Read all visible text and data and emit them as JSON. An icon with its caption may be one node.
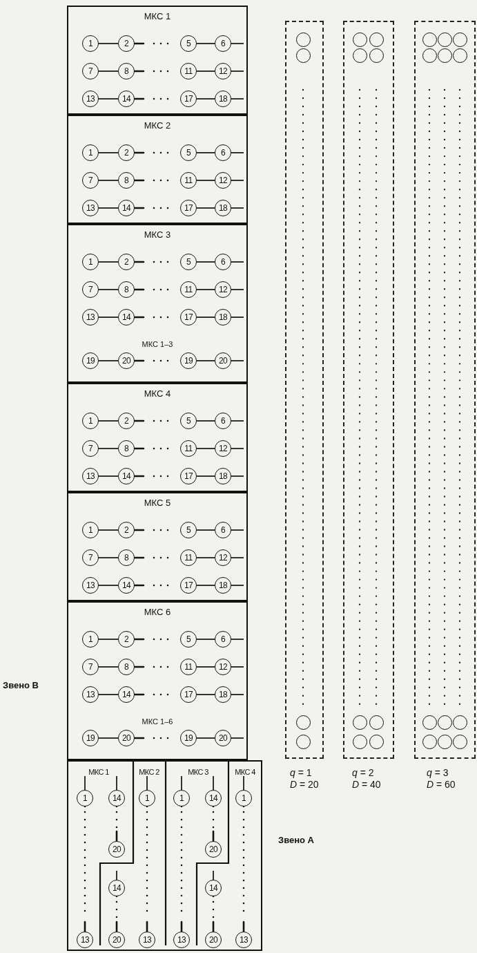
{
  "diagram": {
    "nodes": [
      {
        "text": [
          "МКС 1"
        ]
      },
      {
        "text": [
          "1"
        ],
        "in": 0
      },
      {
        "text": [
          "2"
        ],
        "in": 0
      },
      {
        "text": [
          "5"
        ],
        "in": 0
      },
      {
        "text": [
          "6"
        ],
        "in": 0
      },
      {
        "text": [
          "7"
        ],
        "in": 0
      },
      {
        "text": [
          "8"
        ],
        "in": 0
      },
      {
        "text": [
          "11"
        ],
        "in": 0
      },
      {
        "text": [
          "12"
        ],
        "in": 0
      },
      {
        "text": [
          "13"
        ],
        "in": 0
      },
      {
        "text": [
          "14"
        ],
        "in": 0
      },
      {
        "text": [
          "17"
        ],
        "in": 0
      },
      {
        "text": [
          "18"
        ],
        "in": 0
      },
      {
        "text": [
          "МКС 2"
        ]
      },
      {
        "text": [
          "1"
        ],
        "in": 13
      },
      {
        "text": [
          "2"
        ],
        "in": 13
      },
      {
        "text": [
          "5"
        ],
        "in": 13
      },
      {
        "text": [
          "6"
        ],
        "in": 13
      },
      {
        "text": [
          "7"
        ],
        "in": 13
      },
      {
        "text": [
          "8"
        ],
        "in": 13
      },
      {
        "text": [
          "11"
        ],
        "in": 13
      },
      {
        "text": [
          "12"
        ],
        "in": 13
      },
      {
        "text": [
          "13"
        ],
        "in": 13
      },
      {
        "text": [
          "14"
        ],
        "in": 13
      },
      {
        "text": [
          "17"
        ],
        "in": 13
      },
      {
        "text": [
          "18"
        ],
        "in": 13
      },
      {
        "text": [
          "МКС 3",
          "МКС 1–3"
        ]
      },
      {
        "text": [
          "1"
        ],
        "in": 26
      },
      {
        "text": [
          "2"
        ],
        "in": 26
      },
      {
        "text": [
          "5"
        ],
        "in": 26
      },
      {
        "text": [
          "6"
        ],
        "in": 26
      },
      {
        "text": [
          "7"
        ],
        "in": 26
      },
      {
        "text": [
          "8"
        ],
        "in": 26
      },
      {
        "text": [
          "11"
        ],
        "in": 26
      },
      {
        "text": [
          "12"
        ],
        "in": 26
      },
      {
        "text": [
          "13"
        ],
        "in": 26
      },
      {
        "text": [
          "14"
        ],
        "in": 26
      },
      {
        "text": [
          "17"
        ],
        "in": 26
      },
      {
        "text": [
          "18"
        ],
        "in": 26
      },
      {
        "text": [
          "19"
        ],
        "in": 26
      },
      {
        "text": [
          "20"
        ],
        "in": 26
      },
      {
        "text": [
          "19"
        ],
        "in": 26
      },
      {
        "text": [
          "20"
        ],
        "in": 26
      },
      {
        "text": [
          "МКС 4"
        ]
      },
      {
        "text": [
          "1"
        ],
        "in": 43
      },
      {
        "text": [
          "2"
        ],
        "in": 43
      },
      {
        "text": [
          "5"
        ],
        "in": 43
      },
      {
        "text": [
          "6"
        ],
        "in": 43
      },
      {
        "text": [
          "7"
        ],
        "in": 43
      },
      {
        "text": [
          "8"
        ],
        "in": 43
      },
      {
        "text": [
          "11"
        ],
        "in": 43
      },
      {
        "text": [
          "12"
        ],
        "in": 43
      },
      {
        "text": [
          "13"
        ],
        "in": 43
      },
      {
        "text": [
          "14"
        ],
        "in": 43
      },
      {
        "text": [
          "17"
        ],
        "in": 43
      },
      {
        "text": [
          "18"
        ],
        "in": 43
      },
      {
        "text": [
          "МКС 5"
        ]
      },
      {
        "text": [
          "1"
        ],
        "in": 56
      },
      {
        "text": [
          "2"
        ],
        "in": 56
      },
      {
        "text": [
          "5"
        ],
        "in": 56
      },
      {
        "text": [
          "6"
        ],
        "in": 56
      },
      {
        "text": [
          "7"
        ],
        "in": 56
      },
      {
        "text": [
          "8"
        ],
        "in": 56
      },
      {
        "text": [
          "11"
        ],
        "in": 56
      },
      {
        "text": [
          "12"
        ],
        "in": 56
      },
      {
        "text": [
          "13"
        ],
        "in": 56
      },
      {
        "text": [
          "14"
        ],
        "in": 56
      },
      {
        "text": [
          "17"
        ],
        "in": 56
      },
      {
        "text": [
          "18"
        ],
        "in": 56
      },
      {
        "text": [
          "МКС 6",
          "МКС 1–6"
        ]
      },
      {
        "text": [
          "1"
        ],
        "in": 69
      },
      {
        "text": [
          "2"
        ],
        "in": 69
      },
      {
        "text": [
          "5"
        ],
        "in": 69
      },
      {
        "text": [
          "6"
        ],
        "in": 69
      },
      {
        "text": [
          "7"
        ],
        "in": 69
      },
      {
        "text": [
          "8"
        ],
        "in": 69
      },
      {
        "text": [
          "11"
        ],
        "in": 69
      },
      {
        "text": [
          "12"
        ],
        "in": 69
      },
      {
        "text": [
          "13"
        ],
        "in": 69
      },
      {
        "text": [
          "14"
        ],
        "in": 69
      },
      {
        "text": [
          "17"
        ],
        "in": 69
      },
      {
        "text": [
          "18"
        ],
        "in": 69
      },
      {
        "text": [
          "19"
        ],
        "in": 69
      },
      {
        "text": [
          "20"
        ],
        "in": 69
      },
      {
        "text": [
          "19"
        ],
        "in": 69
      },
      {
        "text": [
          "20"
        ],
        "in": 69
      },
      {
        "text": [
          "МКС 1",
          "МКС 2",
          "МКС 3",
          "МКС 4"
        ]
      },
      {
        "text": [
          "1"
        ],
        "in": 86
      },
      {
        "text": [
          "14"
        ],
        "in": 86
      },
      {
        "text": [
          "1"
        ],
        "in": 86
      },
      {
        "text": [
          "1"
        ],
        "in": 86
      },
      {
        "text": [
          "14"
        ],
        "in": 86
      },
      {
        "text": [
          "1"
        ],
        "in": 86
      },
      {
        "text": [
          "20"
        ],
        "in": 86
      },
      {
        "text": [
          "20"
        ],
        "in": 86
      },
      {
        "text": [
          "14"
        ],
        "in": 86
      },
      {
        "text": [
          "14"
        ],
        "in": 86
      },
      {
        "text": [
          "13"
        ],
        "in": 86
      },
      {
        "text": [
          "20"
        ],
        "in": 86
      },
      {
        "text": [
          "13"
        ],
        "in": 86
      },
      {
        "text": [
          "13"
        ],
        "in": 86
      },
      {
        "text": [
          "20"
        ],
        "in": 86
      },
      {
        "text": [
          "13"
        ],
        "in": 86
      },
      {
        "text": [],
        "shape": "box",
        "beside": [
          "*q* = 1",
          "*D* = 20"
        ]
      },
      {
        "text": [],
        "shape": "circle",
        "in": 103
      },
      {
        "text": [],
        "shape": "circle",
        "in": 103
      },
      {
        "text": [],
        "shape": "circle",
        "in": 103
      },
      {
        "text": [],
        "shape": "circle",
        "in": 103
      },
      {
        "text": [],
        "shape": "box",
        "beside": [
          "*q* = 2",
          "*D* = 40"
        ]
      },
      {
        "text": [],
        "shape": "circle",
        "in": 108
      },
      {
        "text": [],
        "shape": "circle",
        "in": 108
      },
      {
        "text": [],
        "shape": "circle",
        "in": 108
      },
      {
        "text": [],
        "shape": "circle",
        "in": 108
      },
      {
        "text": [],
        "shape": "circle",
        "in": 108
      },
      {
        "text": [],
        "shape": "circle",
        "in": 108
      },
      {
        "text": [],
        "shape": "circle",
        "in": 108
      },
      {
        "text": [],
        "shape": "circle",
        "in": 108
      },
      {
        "text": [],
        "shape": "box",
        "beside": [
          "*q* = 3",
          "*D* = 60"
        ]
      },
      {
        "text": [],
        "shape": "circle",
        "in": 117
      },
      {
        "text": [],
        "shape": "circle",
        "in": 117
      },
      {
        "text": [],
        "shape": "circle",
        "in": 117
      },
      {
        "text": [],
        "shape": "circle",
        "in": 117
      },
      {
        "text": [],
        "shape": "circle",
        "in": 117
      },
      {
        "text": [],
        "shape": "circle",
        "in": 117
      },
      {
        "text": [],
        "shape": "circle",
        "in": 117
      },
      {
        "text": [],
        "shape": "circle",
        "in": 117
      },
      {
        "text": [],
        "shape": "circle",
        "in": 117
      },
      {
        "text": [],
        "shape": "circle",
        "in": 117
      },
      {
        "text": [],
        "shape": "circle",
        "in": 117
      },
      {
        "text": [],
        "shape": "circle",
        "in": 117
      }
    ],
    "edges": [
      {
        "from": 1,
        "to": 2,
        "arrow": "none"
      },
      {
        "from": 2,
        "to": 3,
        "arrow": "none",
        "style": "dashed"
      },
      {
        "from": 3,
        "to": 4,
        "arrow": "none"
      },
      {
        "from": 4,
        "to": null,
        "arrow": "none"
      },
      {
        "from": 5,
        "to": 6,
        "arrow": "none"
      },
      {
        "from": 6,
        "to": 7,
        "arrow": "none",
        "style": "dashed"
      },
      {
        "from": 7,
        "to": 8,
        "arrow": "none"
      },
      {
        "from": 8,
        "to": null,
        "arrow": "none"
      },
      {
        "from": 9,
        "to": 10,
        "arrow": "none"
      },
      {
        "from": 10,
        "to": 11,
        "arrow": "none",
        "style": "dashed"
      },
      {
        "from": 11,
        "to": 12,
        "arrow": "none"
      },
      {
        "from": 12,
        "to": null,
        "arrow": "none"
      },
      {
        "from": 14,
        "to": 15,
        "arrow": "none"
      },
      {
        "from": 15,
        "to": 16,
        "arrow": "none",
        "style": "dashed"
      },
      {
        "from": 16,
        "to": 17,
        "arrow": "none"
      },
      {
        "from": 17,
        "to": null,
        "arrow": "none"
      },
      {
        "from": 18,
        "to": 19,
        "arrow": "none"
      },
      {
        "from": 19,
        "to": 20,
        "arrow": "none",
        "style": "dashed"
      },
      {
        "from": 20,
        "to": 21,
        "arrow": "none"
      },
      {
        "from": 21,
        "to": null,
        "arrow": "none"
      },
      {
        "from": 22,
        "to": 23,
        "arrow": "none"
      },
      {
        "from": 23,
        "to": 24,
        "arrow": "none",
        "style": "dashed"
      },
      {
        "from": 24,
        "to": 25,
        "arrow": "none"
      },
      {
        "from": 25,
        "to": null,
        "arrow": "none"
      },
      {
        "from": 27,
        "to": 28,
        "arrow": "none"
      },
      {
        "from": 28,
        "to": 29,
        "arrow": "none",
        "style": "dashed"
      },
      {
        "from": 29,
        "to": 30,
        "arrow": "none"
      },
      {
        "from": 30,
        "to": null,
        "arrow": "none"
      },
      {
        "from": 31,
        "to": 32,
        "arrow": "none"
      },
      {
        "from": 32,
        "to": 33,
        "arrow": "none",
        "style": "dashed"
      },
      {
        "from": 33,
        "to": 34,
        "arrow": "none"
      },
      {
        "from": 34,
        "to": null,
        "arrow": "none"
      },
      {
        "from": 35,
        "to": 36,
        "arrow": "none"
      },
      {
        "from": 36,
        "to": 37,
        "arrow": "none",
        "style": "dashed"
      },
      {
        "from": 37,
        "to": 38,
        "arrow": "none"
      },
      {
        "from": 38,
        "to": null,
        "arrow": "none"
      },
      {
        "from": 39,
        "to": 40,
        "arrow": "none"
      },
      {
        "from": 40,
        "to": 41,
        "arrow": "none",
        "style": "dashed"
      },
      {
        "from": 41,
        "to": 42,
        "arrow": "none"
      },
      {
        "from": 42,
        "to": null,
        "arrow": "none"
      },
      {
        "from": 44,
        "to": 45,
        "arrow": "none"
      },
      {
        "from": 45,
        "to": 46,
        "arrow": "none",
        "style": "dashed"
      },
      {
        "from": 46,
        "to": 47,
        "arrow": "none"
      },
      {
        "from": 47,
        "to": null,
        "arrow": "none"
      },
      {
        "from": 48,
        "to": 49,
        "arrow": "none"
      },
      {
        "from": 49,
        "to": 50,
        "arrow": "none",
        "style": "dashed"
      },
      {
        "from": 50,
        "to": 51,
        "arrow": "none"
      },
      {
        "from": 51,
        "to": null,
        "arrow": "none"
      },
      {
        "from": 52,
        "to": 53,
        "arrow": "none"
      },
      {
        "from": 53,
        "to": 54,
        "arrow": "none",
        "style": "dashed"
      },
      {
        "from": 54,
        "to": 55,
        "arrow": "none"
      },
      {
        "from": 55,
        "to": null,
        "arrow": "none"
      },
      {
        "from": 57,
        "to": 58,
        "arrow": "none"
      },
      {
        "from": 58,
        "to": 59,
        "arrow": "none",
        "style": "dashed"
      },
      {
        "from": 59,
        "to": 60,
        "arrow": "none"
      },
      {
        "from": 60,
        "to": null,
        "arrow": "none"
      },
      {
        "from": 61,
        "to": 62,
        "arrow": "none"
      },
      {
        "from": 62,
        "to": 63,
        "arrow": "none",
        "style": "dashed"
      },
      {
        "from": 63,
        "to": 64,
        "arrow": "none"
      },
      {
        "from": 64,
        "to": null,
        "arrow": "none"
      },
      {
        "from": 65,
        "to": 66,
        "arrow": "none"
      },
      {
        "from": 66,
        "to": 67,
        "arrow": "none",
        "style": "dashed"
      },
      {
        "from": 67,
        "to": 68,
        "arrow": "none"
      },
      {
        "from": 68,
        "to": null,
        "arrow": "none"
      },
      {
        "from": 70,
        "to": 71,
        "arrow": "none"
      },
      {
        "from": 71,
        "to": 72,
        "arrow": "none",
        "style": "dashed"
      },
      {
        "from": 72,
        "to": 73,
        "arrow": "none"
      },
      {
        "from": 73,
        "to": null,
        "arrow": "none"
      },
      {
        "from": 74,
        "to": 75,
        "arrow": "none"
      },
      {
        "from": 75,
        "to": 76,
        "arrow": "none",
        "style": "dashed"
      },
      {
        "from": 76,
        "to": 77,
        "arrow": "none"
      },
      {
        "from": 77,
        "to": null,
        "arrow": "none"
      },
      {
        "from": 78,
        "to": 79,
        "arrow": "none"
      },
      {
        "from": 79,
        "to": 80,
        "arrow": "none",
        "style": "dashed"
      },
      {
        "from": 80,
        "to": 81,
        "arrow": "none"
      },
      {
        "from": 81,
        "to": null,
        "arrow": "none"
      },
      {
        "from": 82,
        "to": 83,
        "arrow": "none"
      },
      {
        "from": 83,
        "to": 84,
        "arrow": "none",
        "style": "dashed"
      },
      {
        "from": 84,
        "to": 85,
        "arrow": "none"
      },
      {
        "from": 85,
        "to": null,
        "arrow": "none"
      },
      {
        "from": null,
        "to": 87,
        "arrow": "none"
      },
      {
        "from": 87,
        "to": 97,
        "arrow": "none",
        "style": "dashed"
      },
      {
        "from": null,
        "to": 88,
        "arrow": "none"
      },
      {
        "from": 88,
        "to": 93,
        "arrow": "none",
        "style": "dashed"
      },
      {
        "from": null,
        "to": 89,
        "arrow": "none"
      },
      {
        "from": 89,
        "to": 99,
        "arrow": "none",
        "style": "dashed"
      },
      {
        "from": null,
        "to": 90,
        "arrow": "none"
      },
      {
        "from": 90,
        "to": 100,
        "arrow": "none",
        "style": "dashed"
      },
      {
        "from": null,
        "to": 91,
        "arrow": "none"
      },
      {
        "from": 91,
        "to": 94,
        "arrow": "none",
        "style": "dashed"
      },
      {
        "from": null,
        "to": 92,
        "arrow": "none"
      },
      {
        "from": 92,
        "to": 102,
        "arrow": "none",
        "style": "dashed"
      },
      {
        "from": null,
        "to": 95,
        "arrow": "none"
      },
      {
        "from": 95,
        "to": 98,
        "arrow": "none",
        "style": "dashed"
      },
      {
        "from": null,
        "to": 96,
        "arrow": "none"
      },
      {
        "from": 96,
        "to": 101,
        "arrow": "none",
        "style": "dashed"
      }
    ],
    "labels": [
      "Звено В",
      "Звено А"
    ]
  }
}
